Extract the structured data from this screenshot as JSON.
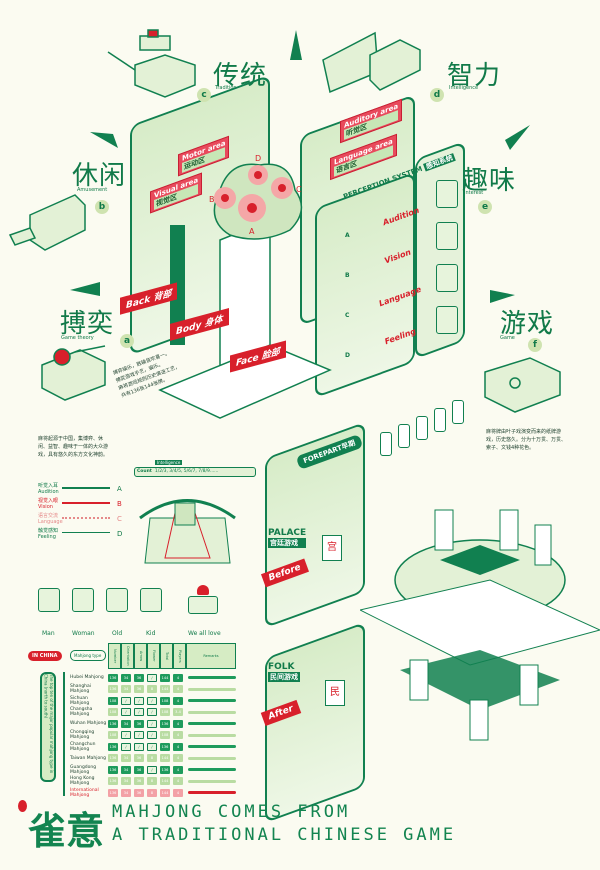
{
  "categories": [
    {
      "key": "c",
      "zh": "传统",
      "en": "Tradition"
    },
    {
      "key": "d",
      "zh": "智力",
      "en": "Intelligence"
    },
    {
      "key": "b",
      "zh": "休闲",
      "en": "Amusement"
    },
    {
      "key": "e",
      "zh": "趣味",
      "en": "Interest"
    },
    {
      "key": "a",
      "zh": "搏奕",
      "en": "Game theory"
    },
    {
      "key": "f",
      "zh": "游戏",
      "en": "Game"
    }
  ],
  "brain": {
    "areas": [
      {
        "en": "Motor area",
        "zh": "运动区"
      },
      {
        "en": "Visual area",
        "zh": "视觉区"
      },
      {
        "en": "Auditory area",
        "zh": "听觉区"
      },
      {
        "en": "Language area",
        "zh": "语言区"
      }
    ],
    "points": [
      "A",
      "B",
      "C",
      "D"
    ]
  },
  "perception": {
    "title": "PERCEPTION SYSTEM",
    "title_zh": "感知系统",
    "senses": [
      "Audition",
      "Vision",
      "Language",
      "Feeling"
    ],
    "letters": [
      "A",
      "B",
      "C",
      "D"
    ]
  },
  "ribbons": [
    {
      "en": "Back",
      "zh": "背部"
    },
    {
      "en": "Body",
      "zh": "身体"
    },
    {
      "en": "Face",
      "zh": "脸部"
    }
  ],
  "game_theory_points": [
    "搏弈娱乐，胜输皆欢喜一。",
    "搏奕游戏手艺，娱乐。",
    "麻将游戏规则历史演进工艺，",
    "共有136张144张牌。"
  ],
  "intro_text": "麻将起源于中国，集博弈、休闲、益智、趣味于一体的大众游戏，具有悠久的东方文化神韵。",
  "legend": [
    {
      "zh": "听觉入耳",
      "en": "Audition",
      "letter": "A"
    },
    {
      "zh": "视觉入眼",
      "en": "Vision",
      "letter": "B"
    },
    {
      "zh": "语言交流",
      "en": "Language",
      "letter": "C"
    },
    {
      "zh": "触觉感知",
      "en": "Feeling",
      "letter": "D"
    }
  ],
  "count_bar": {
    "label": "Count",
    "tab": "Intelligence",
    "value": "1/2/3, 3/4/5, 5/6/7, 7/8/9......"
  },
  "people": [
    "Man",
    "Woman",
    "Old",
    "Kid",
    "We all love"
  ],
  "table": {
    "tag": "IN CHINA",
    "name_header": "Mahjong type",
    "vertical_label": "The top ten of the major popular mahjong type in China (north to south)",
    "headers": [
      "Number",
      "Orientation",
      "Arrow",
      "Flower",
      "Total",
      "Players",
      "Remarks"
    ],
    "rows": [
      {
        "name": "Hubei Mahjong",
        "cells": [
          "136",
          "34",
          "36",
          "/",
          "144",
          "4"
        ]
      },
      {
        "name": "Shanghai Mahjong",
        "cells": [
          "136",
          "34",
          "36",
          "8",
          "144",
          "4"
        ]
      },
      {
        "name": "Sichuan Mahjong",
        "cells": [
          "108",
          "/",
          "/",
          "/",
          "108",
          "4"
        ]
      },
      {
        "name": "Changsha Mahjong",
        "cells": [
          "108",
          "/",
          "/",
          "/",
          "108",
          "3-4"
        ]
      },
      {
        "name": "Wuhan Mahjong",
        "cells": [
          "136",
          "34",
          "36",
          "/",
          "136",
          "4"
        ]
      },
      {
        "name": "Chongqing Mahjong",
        "cells": [
          "108",
          "/",
          "/",
          "/",
          "108",
          "4"
        ]
      },
      {
        "name": "Changchun Mahjong",
        "cells": [
          "136",
          "/",
          "/",
          "/",
          "136",
          "4"
        ]
      },
      {
        "name": "Taiwan Mahjong",
        "cells": [
          "136",
          "34",
          "36",
          "8",
          "144",
          "4"
        ]
      },
      {
        "name": "Guangdong Mahjong",
        "cells": [
          "136",
          "34",
          "36",
          "/",
          "136",
          "4"
        ]
      },
      {
        "name": "Hong Kong Mahjong",
        "cells": [
          "136",
          "34",
          "36",
          "8",
          "144",
          "4"
        ]
      },
      {
        "name": "International Mahjong",
        "cells": [
          "136",
          "34",
          "36",
          "8",
          "144",
          "4"
        ]
      }
    ]
  },
  "forepart": {
    "label": "FOREPART",
    "zh": "早期"
  },
  "forepart_text": "麻将牌由叶子戏演变而来的纸牌游戏，历史悠久。分为十万贯、万贯、索子、文钱4种花色。",
  "palace": {
    "label": "PALACE",
    "zh": "宫廷游戏",
    "ribbon": "Before",
    "sign": "宫"
  },
  "folk": {
    "label": "FOLK",
    "zh": "民间游戏",
    "ribbon": "After",
    "sign": "民"
  },
  "title": {
    "logo": "雀意",
    "line1": "MAHJONG COMES FROM",
    "line2": "A TRADITIONAL CHINESE GAME"
  },
  "colors": {
    "green": "#118050",
    "light": "#cfe6bf",
    "red": "#d8202b",
    "bg": "#fbfbf1"
  }
}
